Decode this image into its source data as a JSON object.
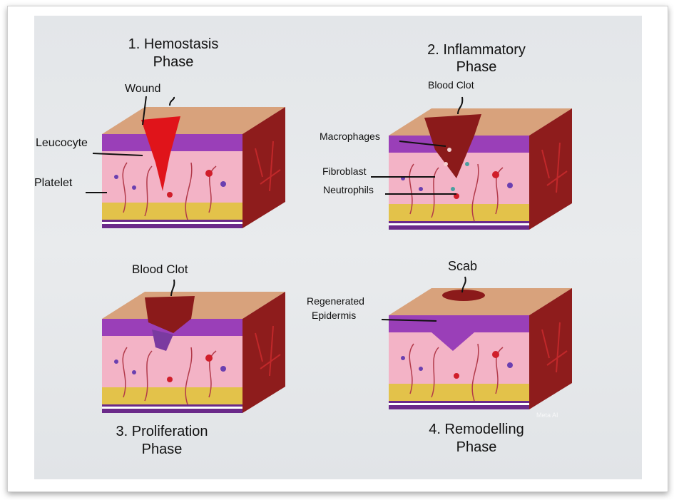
{
  "panels": [
    {
      "title": "1. Hemostasis",
      "subtitle": "Phase",
      "labels": [
        "Wound",
        "Leucocyte",
        "Platelet"
      ]
    },
    {
      "title": "2. Inflammatory",
      "subtitle": "Phase",
      "labels": [
        "Blood Clot",
        "Macrophages",
        "Fibroblast",
        "Neutrophils"
      ]
    },
    {
      "title": "3. Proliferation",
      "subtitle": "Phase",
      "labels": [
        "Blood Clot"
      ]
    },
    {
      "title": "4. Remodelling",
      "subtitle": "Phase",
      "labels": [
        "Scab",
        "Regenerated",
        "Epidermis"
      ]
    }
  ],
  "watermark": "Meta AI",
  "colors": {
    "epidermis": "#9a3fb8",
    "dermis": "#f3b3c6",
    "fat": "#e3c24a",
    "side": "#8e1c1c",
    "top": "#d8a27c",
    "blood": "#e0141a",
    "clot": "#8b1a1a"
  }
}
